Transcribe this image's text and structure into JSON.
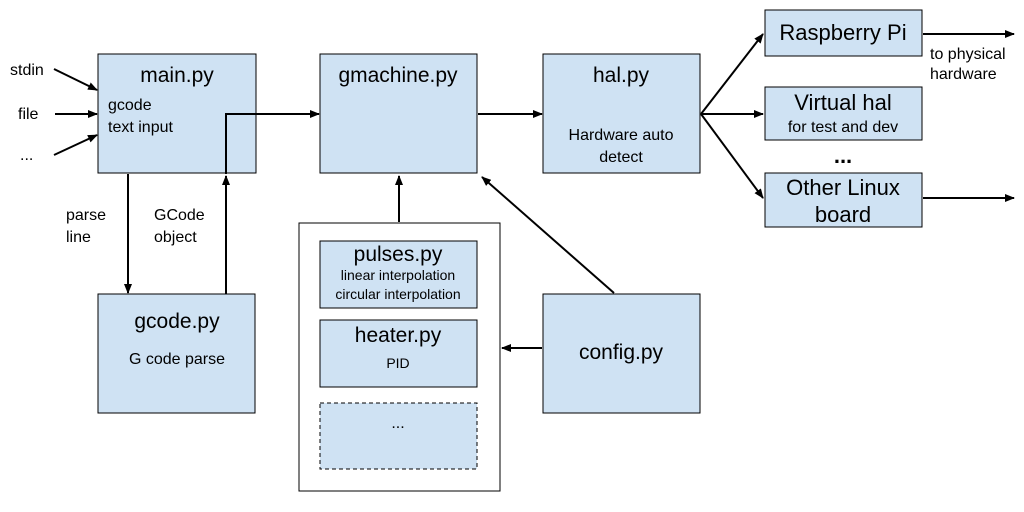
{
  "inputs": {
    "stdin": "stdin",
    "file": "file",
    "more": "..."
  },
  "main": {
    "title": "main.py",
    "line1": "gcode",
    "line2": "text input"
  },
  "gcode": {
    "title": "gcode.py",
    "subtitle": "G code parse"
  },
  "edges": {
    "parse_line_1": "parse",
    "parse_line_2": "line",
    "gcode_object_1": "GCode",
    "gcode_object_2": "object"
  },
  "gmachine": {
    "title": "gmachine.py"
  },
  "pulses": {
    "title": "pulses.py",
    "line1": "linear interpolation",
    "line2": "circular interpolation"
  },
  "heater": {
    "title": "heater.py",
    "subtitle": "PID"
  },
  "more_module": {
    "label": "..."
  },
  "config": {
    "title": "config.py"
  },
  "hal": {
    "title": "hal.py",
    "line1": "Hardware auto",
    "line2": "detect"
  },
  "raspberry": {
    "title": "Raspberry Pi"
  },
  "physical": {
    "line1": "to physical",
    "line2": "hardware"
  },
  "virtual_hal": {
    "title": "Virtual hal",
    "subtitle": "for test and dev"
  },
  "boards_ellipsis": {
    "label": "..."
  },
  "other_board": {
    "line1": "Other Linux",
    "line2": "board"
  }
}
